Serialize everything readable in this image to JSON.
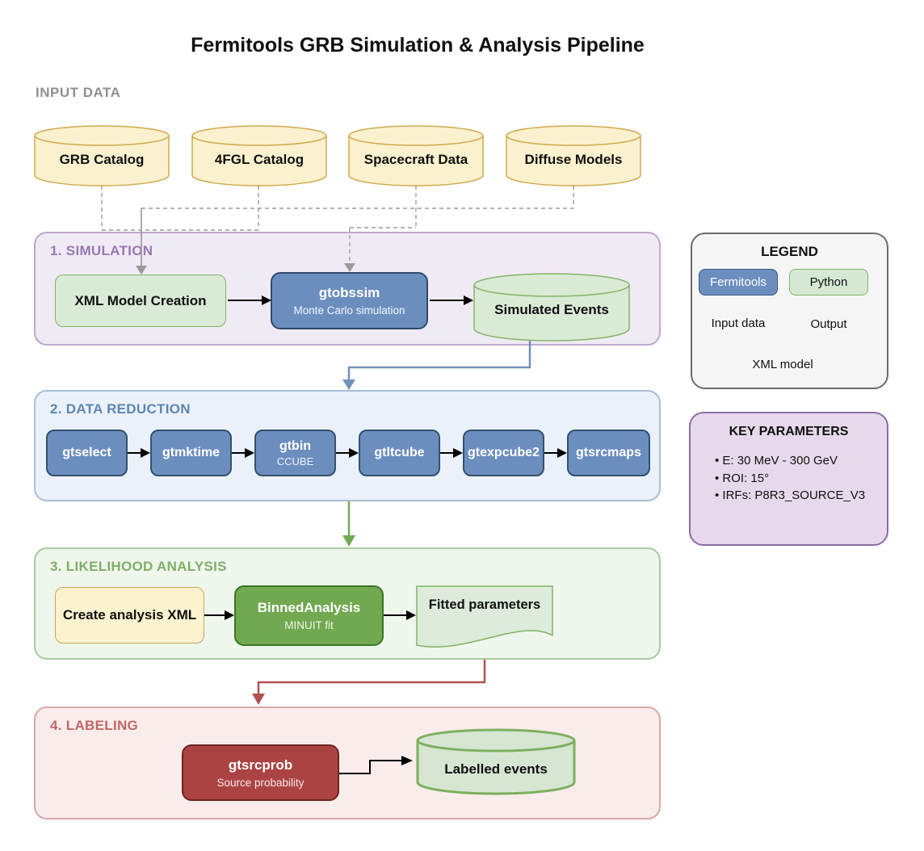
{
  "title": "Fermitools GRB Simulation & Analysis Pipeline",
  "input_section": {
    "label": "INPUT DATA",
    "cylinders": [
      "GRB Catalog",
      "4FGL Catalog",
      "Spacecraft Data",
      "Diffuse Models"
    ]
  },
  "sections": {
    "simulation": {
      "label": "1. SIMULATION",
      "xml_model": "XML Model Creation",
      "gtobssim": {
        "title": "gtobssim",
        "subtitle": "Monte Carlo simulation"
      },
      "simulated_events": "Simulated Events"
    },
    "data_reduction": {
      "label": "2. DATA REDUCTION",
      "tools": [
        {
          "title": "gtselect"
        },
        {
          "title": "gtmktime"
        },
        {
          "title": "gtbin",
          "subtitle": "CCUBE"
        },
        {
          "title": "gtltcube"
        },
        {
          "title": "gtexpcube2"
        },
        {
          "title": "gtsrcmaps"
        }
      ]
    },
    "likelihood": {
      "label": "3. LIKELIHOOD ANALYSIS",
      "create_xml": "Create analysis XML",
      "binned": {
        "title": "BinnedAnalysis",
        "subtitle": "MINUIT fit"
      },
      "fitted": "Fitted parameters"
    },
    "labeling": {
      "label": "4. LABELING",
      "gtsrcprob": {
        "title": "gtsrcprob",
        "subtitle": "Source probability"
      },
      "labelled": "Labelled events"
    }
  },
  "legend": {
    "title": "LEGEND",
    "items": [
      {
        "label": "Fermitools"
      },
      {
        "label": "Python"
      },
      {
        "label": "Input data"
      },
      {
        "label": "Output"
      },
      {
        "label": "XML model"
      }
    ]
  },
  "key_parameters": {
    "title": "KEY PARAMETERS",
    "items": [
      "E: 30 MeV - 300 GeV",
      "ROI: 15°",
      "IRFs: P8R3_SOURCE_V3"
    ]
  },
  "colors": {
    "fermitools_blue": "#6c8ebf",
    "fermitools_blue_border": "#2e4b6b",
    "python_green": "#d5e8d4",
    "python_green_border": "#82b366",
    "input_yellow": "#fcf1ce",
    "input_yellow_border": "#cfa94d",
    "binned_green": "#71a850",
    "binned_green_border": "#3a7722",
    "gtsrcprob_red": "#ac4343",
    "gtsrcprob_red_border": "#6f2222",
    "section_simulation_bg": "#f0eaf5",
    "section_simulation_text": "#9878b0",
    "section_data_reduction_bg": "#ebf1fa",
    "section_data_reduction_text": "#5e86b0",
    "section_likelihood_bg": "#eff6ec",
    "section_likelihood_text": "#7fae69",
    "section_labeling_bg": "#fbecec",
    "section_labeling_text": "#c06868",
    "arrow_blue": "#7390b7",
    "arrow_green": "#73a857",
    "arrow_red": "#af5050",
    "dashed_gray": "#9a9a9a"
  }
}
